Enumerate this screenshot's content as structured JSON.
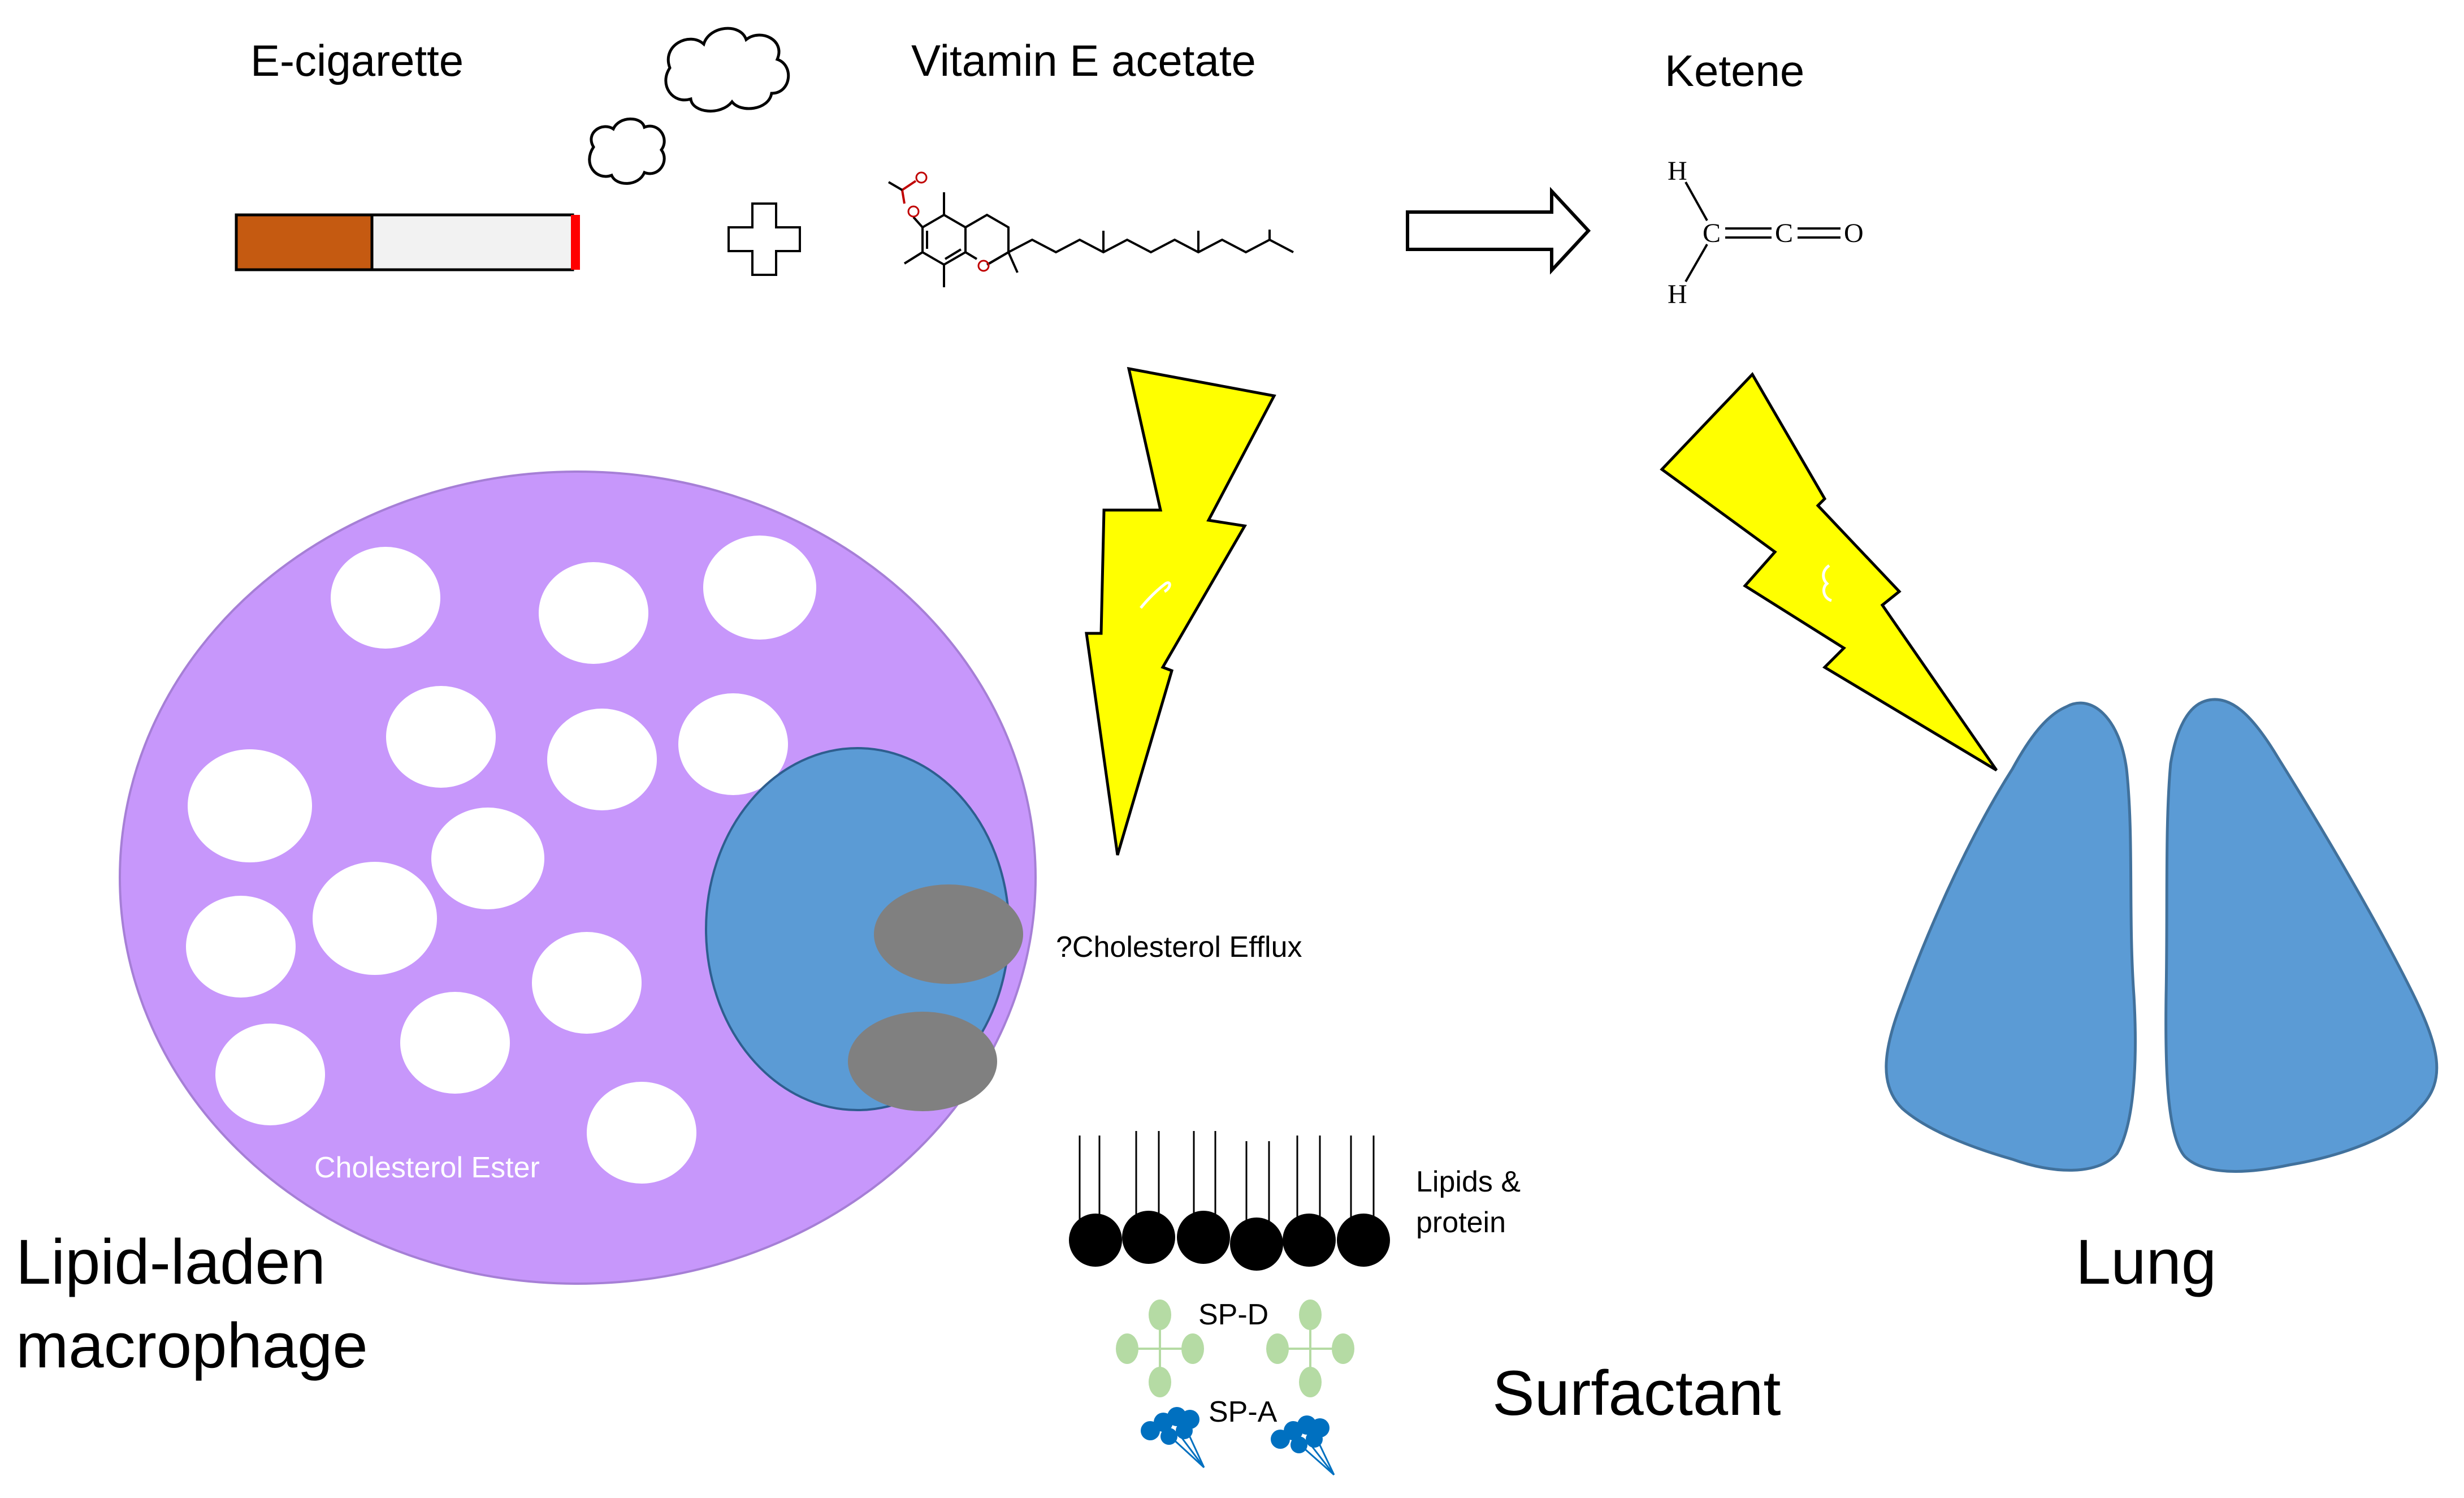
{
  "labels": {
    "ecigarette": "E-cigarette",
    "vitamin_e_acetate": "Vitamin E acetate",
    "ketene": "Ketene",
    "cholesterol_efflux": "?Cholesterol Efflux",
    "cholesterol_ester": "Cholesterol Ester",
    "lipids_protein_line1": "Lipids &",
    "lipids_protein_line2": "protein",
    "sp_d": "SP-D",
    "sp_a": "SP-A",
    "macrophage_line1": "Lipid-laden",
    "macrophage_line2": "macrophage",
    "lung": "Lung",
    "surfactant": "Surfactant"
  },
  "ketene_atoms": {
    "h_top": "H",
    "h_bottom": "H",
    "c1": "C",
    "c2": "C",
    "o": "O"
  },
  "colors": {
    "cigarette_filter": "#c55a11",
    "cigarette_body": "#f2f2f2",
    "cigarette_tip": "#ff0000",
    "macrophage": "#c797fb",
    "nucleus": "#5b9bd5",
    "lung": "#5b9bd5",
    "organelle": "#808080",
    "lightning": "#ffff00",
    "sp_d": "#b5dba4",
    "sp_a": "#0070c0"
  }
}
